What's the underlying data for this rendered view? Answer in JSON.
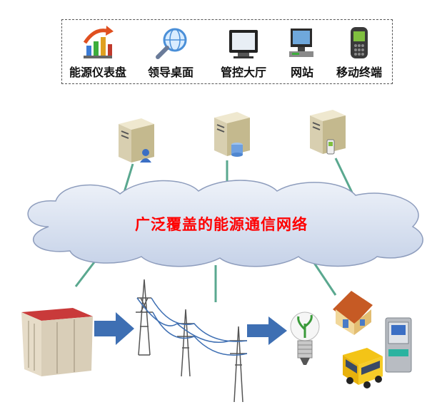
{
  "apps": [
    {
      "label": "能源仪表盘",
      "icon": "dashboard-chart-icon"
    },
    {
      "label": "领导桌面",
      "icon": "search-globe-icon"
    },
    {
      "label": "管控大厅",
      "icon": "monitor-icon"
    },
    {
      "label": "网站",
      "icon": "desktop-computer-icon"
    },
    {
      "label": "移动终端",
      "icon": "mobile-phone-icon"
    }
  ],
  "network": {
    "label": "广泛覆盖的能源通信网络"
  },
  "servers": [
    {
      "icon": "user-server-icon"
    },
    {
      "icon": "database-server-icon"
    },
    {
      "icon": "mobile-server-icon"
    }
  ],
  "colors": {
    "line": "#5aa88f",
    "arrow": "#3e6fb3",
    "title": "#ff0000",
    "cloud": "#d6dfef"
  }
}
